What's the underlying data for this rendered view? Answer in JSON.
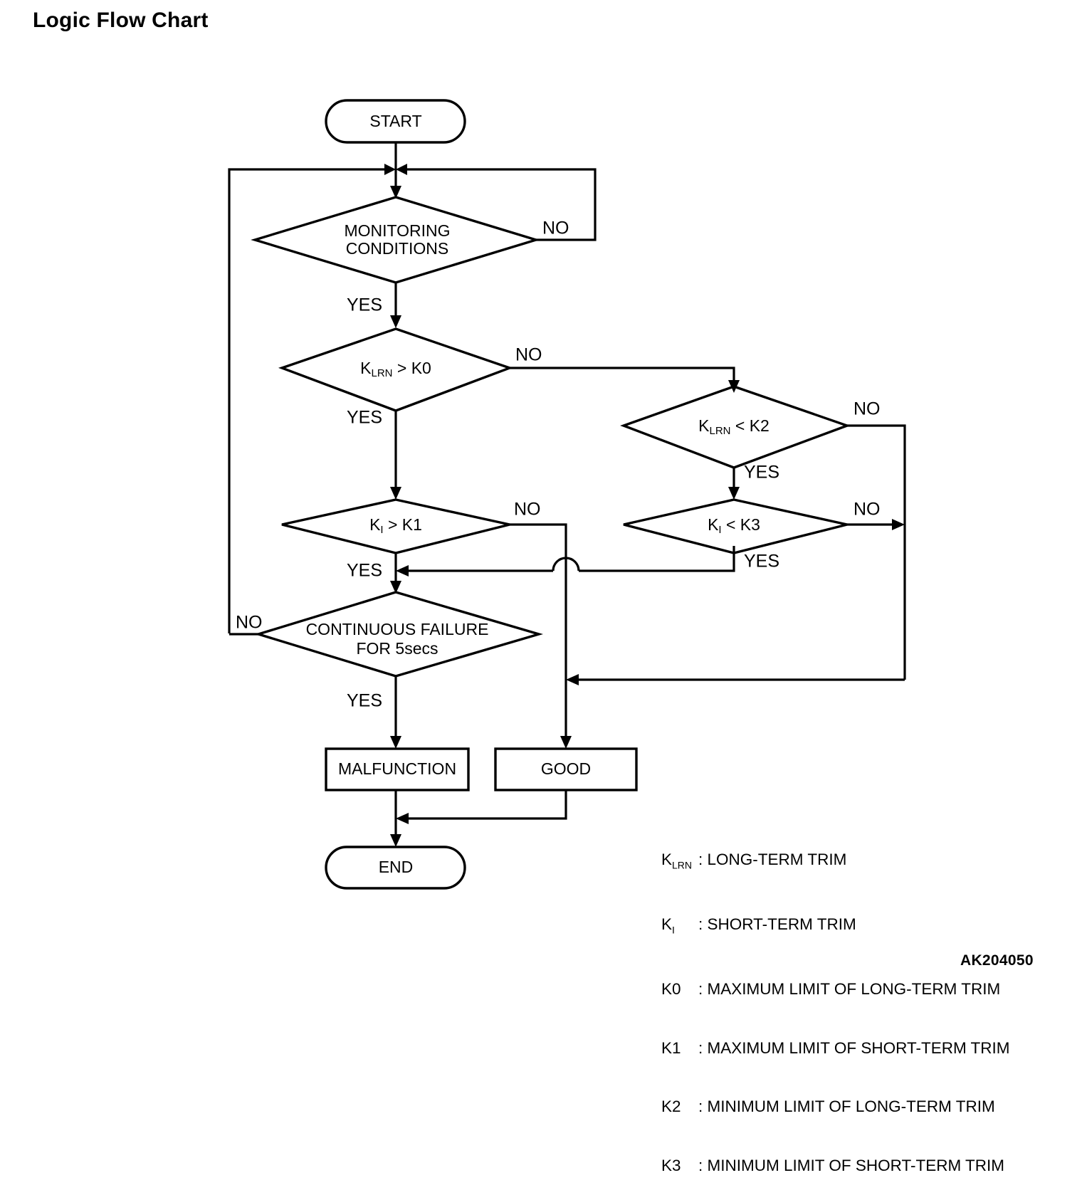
{
  "title": "Logic Flow Chart",
  "reference_code": "AK204050",
  "chart_data": {
    "type": "diagram",
    "diagram_kind": "flowchart",
    "title": "Logic Flow Chart",
    "nodes": [
      {
        "id": "start",
        "shape": "terminator",
        "label": "START"
      },
      {
        "id": "monitor",
        "shape": "decision",
        "label_line1": "MONITORING",
        "label_line2": "CONDITIONS"
      },
      {
        "id": "klrn_gt_k0",
        "shape": "decision",
        "label_sym": "K",
        "label_sub": "LRN",
        "label_rest": " > K0"
      },
      {
        "id": "ki_gt_k1",
        "shape": "decision",
        "label_sym": "K",
        "label_sub": "I",
        "label_rest": " > K1"
      },
      {
        "id": "klrn_lt_k2",
        "shape": "decision",
        "label_sym": "K",
        "label_sub": "LRN",
        "label_rest": " < K2"
      },
      {
        "id": "ki_lt_k3",
        "shape": "decision",
        "label_sym": "K",
        "label_sub": "I",
        "label_rest": " < K3"
      },
      {
        "id": "cont_fail",
        "shape": "decision",
        "label_line1": "CONTINUOUS FAILURE",
        "label_line2": "FOR 5secs"
      },
      {
        "id": "malfunction",
        "shape": "process",
        "label": "MALFUNCTION"
      },
      {
        "id": "good",
        "shape": "process",
        "label": "GOOD"
      },
      {
        "id": "end",
        "shape": "terminator",
        "label": "END"
      }
    ],
    "edges": [
      {
        "from": "start",
        "to": "monitor",
        "label": ""
      },
      {
        "from": "monitor",
        "to": "start_join",
        "label": "NO"
      },
      {
        "from": "monitor",
        "to": "klrn_gt_k0",
        "label": "YES"
      },
      {
        "from": "klrn_gt_k0",
        "to": "klrn_lt_k2",
        "label": "NO"
      },
      {
        "from": "klrn_gt_k0",
        "to": "ki_gt_k1",
        "label": "YES"
      },
      {
        "from": "klrn_lt_k2",
        "to": "good_path",
        "label": "NO"
      },
      {
        "from": "klrn_lt_k2",
        "to": "ki_lt_k3",
        "label": "YES"
      },
      {
        "from": "ki_lt_k3",
        "to": "good_path",
        "label": "NO"
      },
      {
        "from": "ki_lt_k3",
        "to": "cont_fail",
        "label": "YES"
      },
      {
        "from": "ki_gt_k1",
        "to": "good",
        "label": "NO"
      },
      {
        "from": "ki_gt_k1",
        "to": "cont_fail",
        "label": "YES"
      },
      {
        "from": "cont_fail",
        "to": "start_join",
        "label": "NO"
      },
      {
        "from": "cont_fail",
        "to": "malfunction",
        "label": "YES"
      },
      {
        "from": "malfunction",
        "to": "end",
        "label": ""
      },
      {
        "from": "good",
        "to": "end",
        "label": ""
      }
    ],
    "edge_labels": {
      "monitor_no": "NO",
      "monitor_yes": "YES",
      "klrn_gt_k0_no": "NO",
      "klrn_gt_k0_yes": "YES",
      "klrn_lt_k2_no": "NO",
      "klrn_lt_k2_yes": "YES",
      "ki_lt_k3_no": "NO",
      "ki_lt_k3_yes": "YES",
      "ki_gt_k1_no": "NO",
      "ki_gt_k1_yes": "YES",
      "cont_fail_no": "NO",
      "cont_fail_yes": "YES"
    }
  },
  "nodes": {
    "start": {
      "label": "START"
    },
    "monitoring": {
      "line1": "MONITORING",
      "line2": "CONDITIONS"
    },
    "klrn_gt_k0": {
      "sym": "K",
      "sub": "LRN",
      "rest": " > K0"
    },
    "ki_gt_k1": {
      "sym": "K",
      "sub": "I",
      "rest": " > K1"
    },
    "klrn_lt_k2": {
      "sym": "K",
      "sub": "LRN",
      "rest": " < K2"
    },
    "ki_lt_k3": {
      "sym": "K",
      "sub": "I",
      "rest": " < K3"
    },
    "continuous_failure": {
      "line1": "CONTINUOUS FAILURE",
      "line2": "FOR 5secs"
    },
    "malfunction": {
      "label": "MALFUNCTION"
    },
    "good": {
      "label": "GOOD"
    },
    "end": {
      "label": "END"
    }
  },
  "labels": {
    "no": "NO",
    "yes": "YES"
  },
  "legend": [
    {
      "symbol": "K",
      "subscript": "LRN",
      "separator": ":",
      "description": "LONG-TERM TRIM"
    },
    {
      "symbol": "K",
      "subscript": "I",
      "separator": ":",
      "description": "SHORT-TERM TRIM"
    },
    {
      "symbol": "K0",
      "subscript": "",
      "separator": ":",
      "description": "MAXIMUM LIMIT OF LONG-TERM TRIM"
    },
    {
      "symbol": "K1",
      "subscript": "",
      "separator": ":",
      "description": "MAXIMUM LIMIT OF SHORT-TERM TRIM"
    },
    {
      "symbol": "K2",
      "subscript": "",
      "separator": ":",
      "description": "MINIMUM LIMIT OF LONG-TERM TRIM"
    },
    {
      "symbol": "K3",
      "subscript": "",
      "separator": ":",
      "description": "MINIMUM LIMIT OF SHORT-TERM TRIM"
    }
  ],
  "colors": {
    "ink": "#000000",
    "background": "#ffffff"
  }
}
